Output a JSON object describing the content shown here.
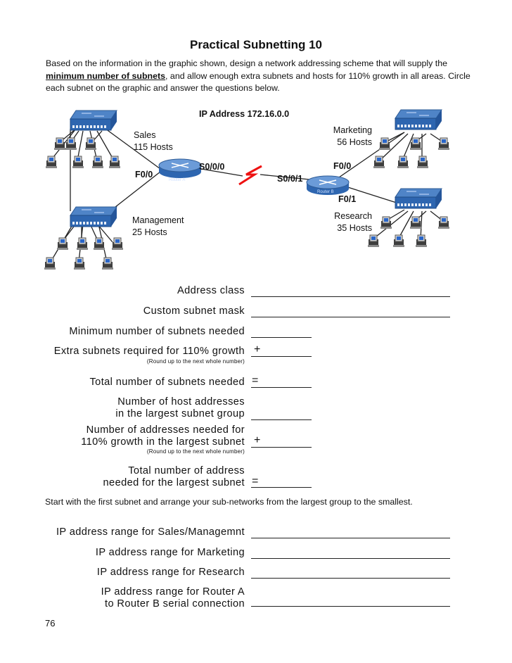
{
  "title": "Practical Subnetting  10",
  "intro": {
    "part1": "Based on the information in the graphic shown, design a network addressing scheme that will supply the ",
    "emphasis": "minimum number of subnets",
    "part2": ", and allow enough extra subnets and hosts for 110% growth in all areas.  Circle each subnet on the graphic and answer the questions below."
  },
  "diagram": {
    "ip_address": "IP Address 172.16.0.0",
    "sales": {
      "name": "Sales",
      "hosts": "115 Hosts"
    },
    "management": {
      "name": "Management",
      "hosts": "25 Hosts"
    },
    "marketing": {
      "name": "Marketing",
      "hosts": "56 Hosts"
    },
    "research": {
      "name": "Research",
      "hosts": "35 Hosts"
    },
    "router_a": "Router A",
    "router_b": "Router B",
    "ra_f00": "F0/0",
    "ra_s000": "S0/0/0",
    "rb_s001": "S0/0/1",
    "rb_f00": "F0/0",
    "rb_f01": "F0/1"
  },
  "questions": {
    "address_class": "Address class",
    "custom_mask": "Custom subnet mask",
    "min_subnets": "Minimum number of subnets needed",
    "extra_subnets": "Extra subnets required for 110% growth",
    "round_note": "(Round up to the next whole number)",
    "total_subnets": "Total number of subnets needed",
    "host_addr_1": "Number of host addresses",
    "host_addr_2": "in the largest subnet group",
    "addr_growth_1": "Number of addresses needed for",
    "addr_growth_2": "110% growth in the largest subnet",
    "total_addr_1": "Total number of address",
    "total_addr_2": "needed for the largest subnet",
    "plus": "+",
    "equals": "="
  },
  "note": "Start with the first subnet and arrange your sub-networks from the largest group to the smallest.",
  "ranges": {
    "sales_mgmt": "IP address range for Sales/Managemnt",
    "marketing": "IP address range for Marketing",
    "research": "IP address range for Research",
    "serial_1": "IP address range for Router A",
    "serial_2": "to Router B serial connection"
  },
  "page_number": "76"
}
